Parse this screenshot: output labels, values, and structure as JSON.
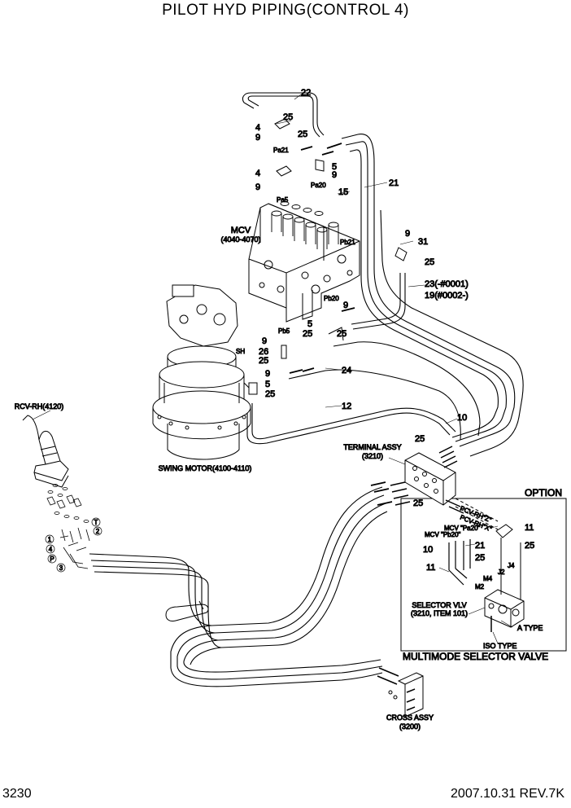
{
  "title": "PILOT HYD PIPING(CONTROL 4)",
  "page_number": "3230",
  "footer": "2007.10.31  REV.7K",
  "components": {
    "mcv": "MCV",
    "mcv_part": "(4040-4070)",
    "swing_motor": "SWING MOTOR(4100-4110)",
    "rcv": "RCV-RH(4120)",
    "terminal_assy": "TERMINAL ASSY",
    "terminal_part": "(3210)",
    "cross_assy": "CROSS ASSY",
    "cross_part": "(3200)"
  },
  "option": {
    "heading": "OPTION",
    "caption": "MULTIMODE SELECTOR VALVE",
    "selector_vlv": "SELECTOR VLV",
    "selector_part": "(3210, ITEM 101)",
    "a_type": "A  TYPE",
    "iso_type": "ISO  TYPE",
    "pcv_rh_z": "PCV-RH\"Z\"",
    "pcv_rh_x": "PCV-RH\"X\"",
    "mcv_pb20": "MCV \"Pb20\"",
    "mcv_pa20": "MCV \"Pa20\"",
    "m4": "M4",
    "m2": "M2",
    "j2": "J2",
    "j4": "J4"
  },
  "part_callouts": {
    "p22": "22",
    "p25a": "25",
    "p4a": "4",
    "p9a": "9",
    "pa21": "Pa21",
    "p25b": "25",
    "p5a": "5",
    "p9b": "9",
    "pa20": "Pa20",
    "p21": "21",
    "p4b": "4",
    "p9c": "9",
    "pa5": "Pa5",
    "p15": "15",
    "p9d": "9",
    "p31": "31",
    "pb21": "Pb21",
    "p25c": "25",
    "p23": "23(-#0001)",
    "p19": "19(#0002-)",
    "pb20": "Pb20",
    "p9e": "9",
    "p5b": "5",
    "p25d": "25",
    "p25e": "25",
    "pb5": "Pb5",
    "p9f": "9",
    "p26": "26",
    "p25f": "25",
    "p24": "24",
    "sh": "SH",
    "p9g": "9",
    "p5c": "5",
    "p25g": "25",
    "p12": "12",
    "p10": "10",
    "p25h": "25",
    "p25i": "25",
    "opt10": "10",
    "opt21": "21",
    "opt25a": "25",
    "opt11a": "11",
    "opt11b": "11",
    "opt25b": "25",
    "rcv1": "1",
    "rcv2": "2",
    "rcv3": "3",
    "rcv4": "4",
    "rcvT": "T",
    "rcvP": "P"
  }
}
